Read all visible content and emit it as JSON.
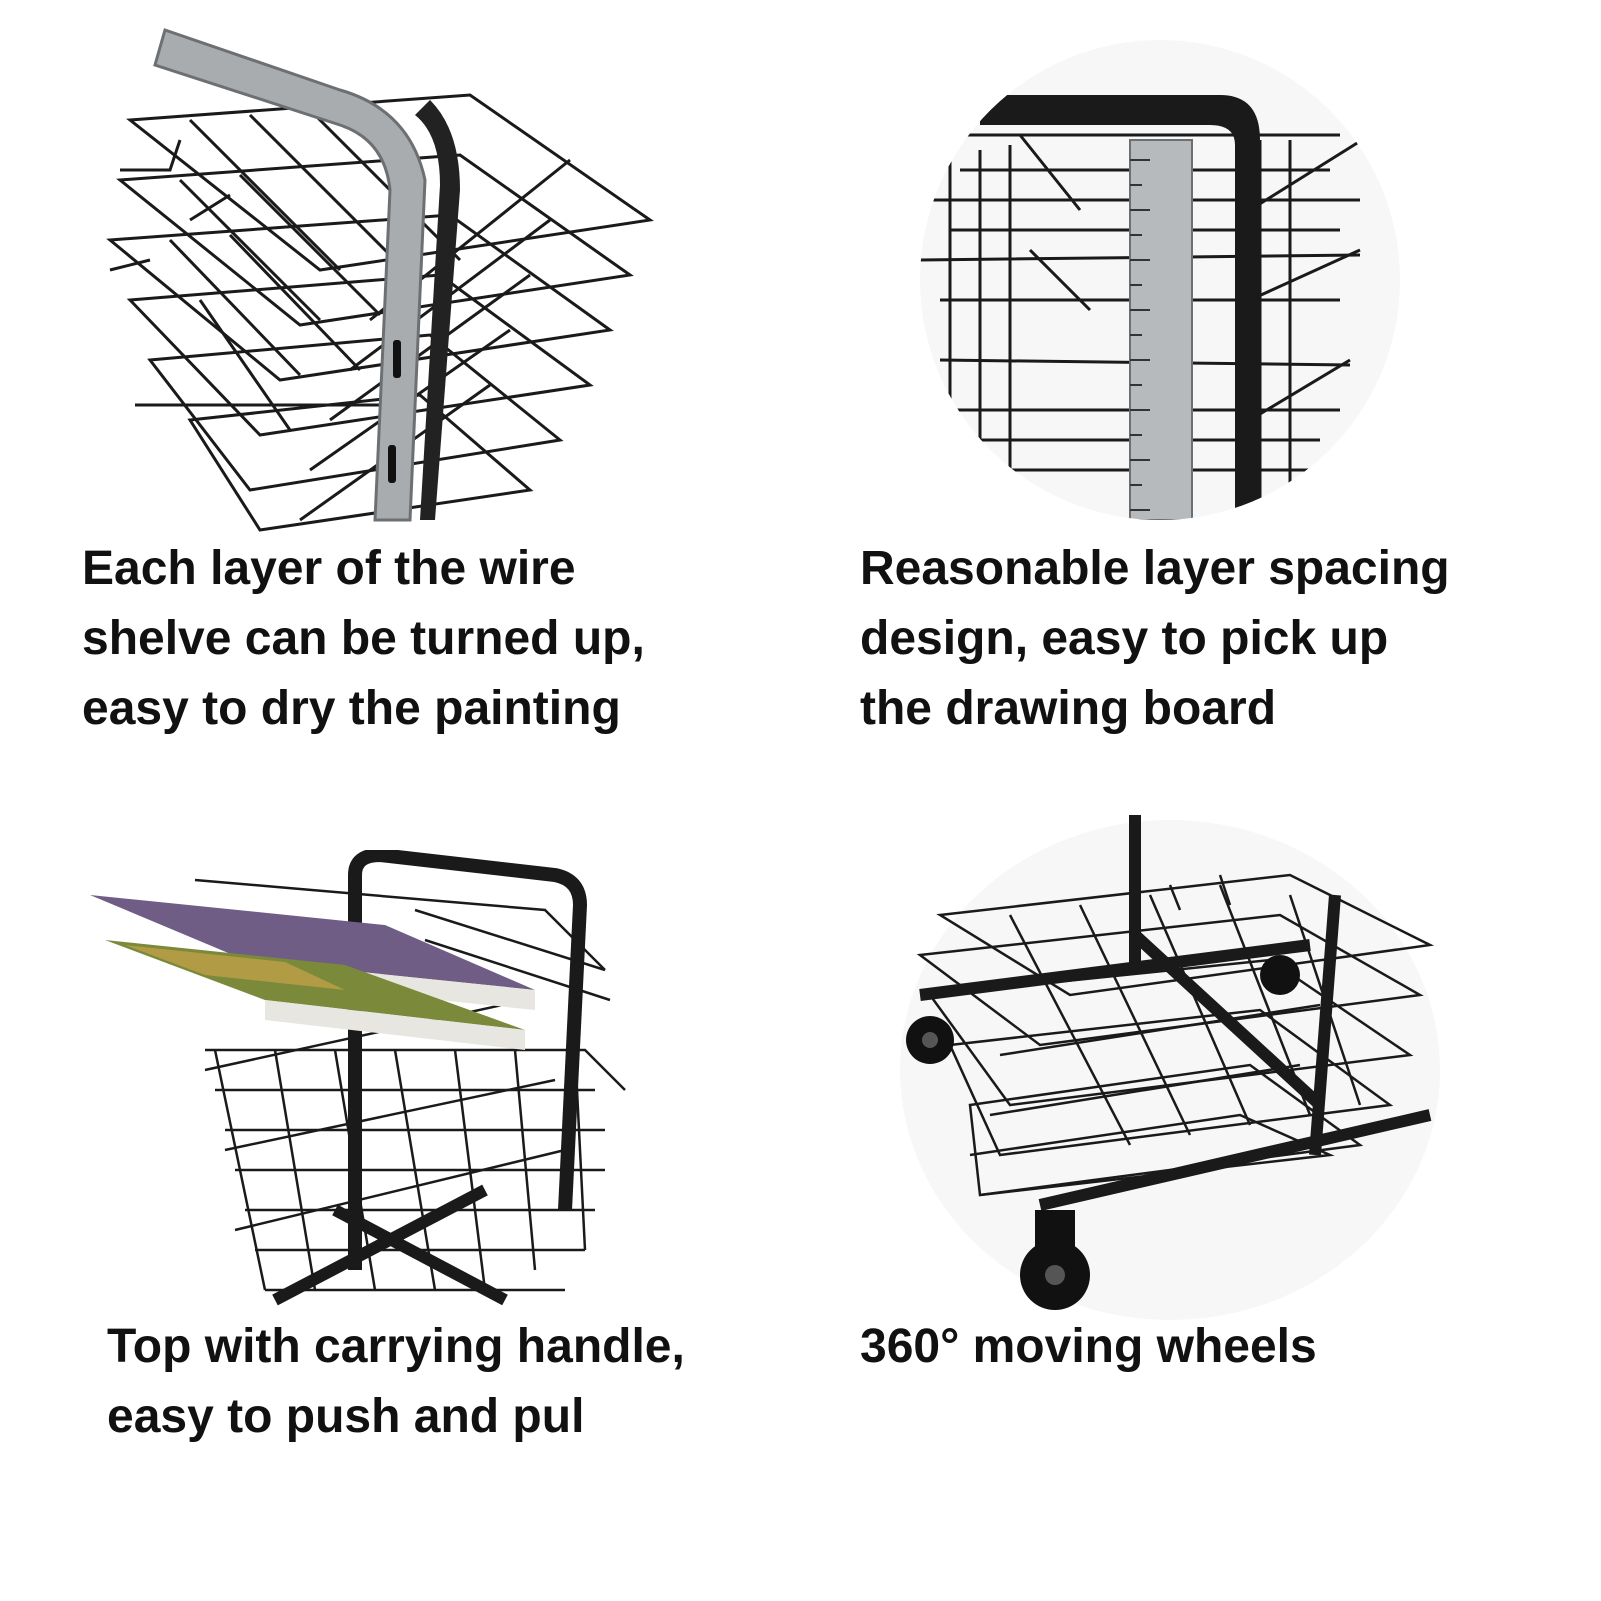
{
  "colors": {
    "background": "#ffffff",
    "caption_text": "#111111",
    "wire_black": "#1a1a1a",
    "steel": "#a9acae",
    "circle_bg": "#f7f7f7"
  },
  "panels": [
    {
      "id": "wire-shelf-turned-up",
      "photo_icon": "wire-shelf-closeup-icon",
      "caption_lines": [
        "Each layer of the wire",
        "shelve can be turned up,",
        "easy to dry the painting"
      ]
    },
    {
      "id": "layer-spacing",
      "photo_icon": "ruler-shelf-spacing-icon",
      "caption_lines": [
        "Reasonable layer spacing",
        "design, easy to pick up",
        "the drawing board"
      ]
    },
    {
      "id": "carrying-handle",
      "photo_icon": "handle-with-paintings-icon",
      "caption_lines": [
        "Top with carrying handle,",
        "easy to push and pul"
      ]
    },
    {
      "id": "moving-wheels",
      "photo_icon": "caster-wheels-icon",
      "caption_lines": [
        "360° moving wheels"
      ]
    }
  ]
}
